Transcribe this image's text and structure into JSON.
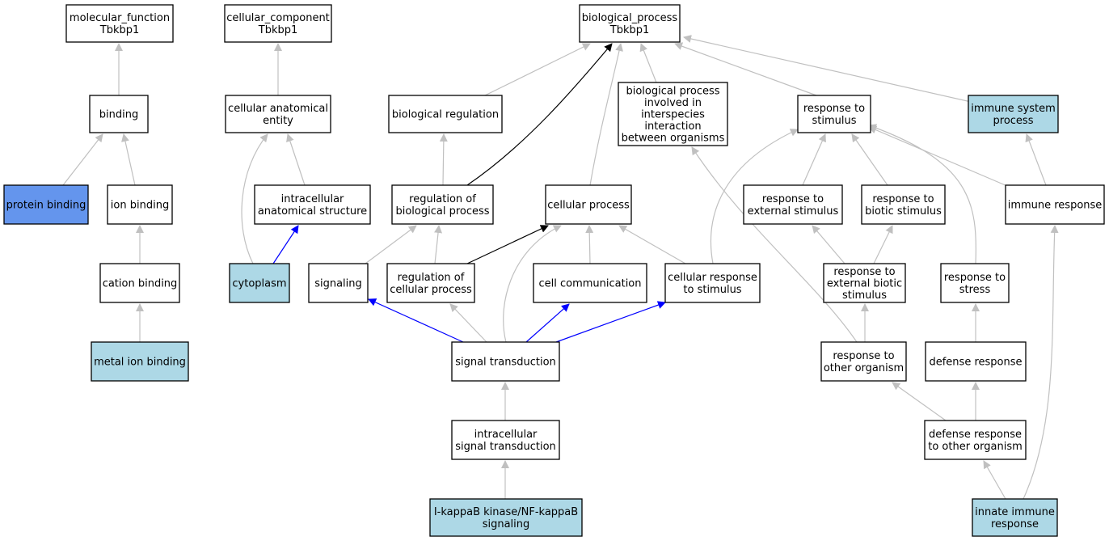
{
  "colors": {
    "default_fill": "#ffffff",
    "highlight_fill": "#add8e6",
    "selected_fill": "#6495ed",
    "edge_gray": "#c0c0c0",
    "edge_black": "#000000",
    "edge_blue": "#0000ff"
  },
  "nodes": [
    {
      "id": "mf",
      "lines": [
        "molecular_function",
        "Tbkbp1"
      ],
      "style": "default"
    },
    {
      "id": "cc",
      "lines": [
        "cellular_component",
        "Tbkbp1"
      ],
      "style": "default"
    },
    {
      "id": "bp",
      "lines": [
        "biological_process",
        "Tbkbp1"
      ],
      "style": "default"
    },
    {
      "id": "binding",
      "lines": [
        "binding"
      ],
      "style": "default"
    },
    {
      "id": "cae",
      "lines": [
        "cellular anatomical",
        "entity"
      ],
      "style": "default"
    },
    {
      "id": "breg",
      "lines": [
        "biological regulation"
      ],
      "style": "default"
    },
    {
      "id": "bpii",
      "lines": [
        "biological process",
        "involved in",
        "interspecies",
        "interaction",
        "between organisms"
      ],
      "style": "default"
    },
    {
      "id": "rstim",
      "lines": [
        "response to",
        "stimulus"
      ],
      "style": "default"
    },
    {
      "id": "isp",
      "lines": [
        "immune system",
        "process"
      ],
      "style": "highlight"
    },
    {
      "id": "pbind",
      "lines": [
        "protein binding"
      ],
      "style": "selected"
    },
    {
      "id": "ionb",
      "lines": [
        "ion binding"
      ],
      "style": "default"
    },
    {
      "id": "ias",
      "lines": [
        "intracellular",
        "anatomical structure"
      ],
      "style": "default"
    },
    {
      "id": "rbp",
      "lines": [
        "regulation of",
        "biological process"
      ],
      "style": "default"
    },
    {
      "id": "cproc",
      "lines": [
        "cellular process"
      ],
      "style": "default"
    },
    {
      "id": "res",
      "lines": [
        "response to",
        "external stimulus"
      ],
      "style": "default"
    },
    {
      "id": "rbs",
      "lines": [
        "response to",
        "biotic stimulus"
      ],
      "style": "default"
    },
    {
      "id": "iresp",
      "lines": [
        "immune response"
      ],
      "style": "default"
    },
    {
      "id": "catb",
      "lines": [
        "cation binding"
      ],
      "style": "default"
    },
    {
      "id": "cyto",
      "lines": [
        "cytoplasm"
      ],
      "style": "highlight"
    },
    {
      "id": "sig",
      "lines": [
        "signaling"
      ],
      "style": "default"
    },
    {
      "id": "rcp",
      "lines": [
        "regulation of",
        "cellular process"
      ],
      "style": "default"
    },
    {
      "id": "ccom",
      "lines": [
        "cell communication"
      ],
      "style": "default"
    },
    {
      "id": "crs",
      "lines": [
        "cellular response",
        "to stimulus"
      ],
      "style": "default"
    },
    {
      "id": "rebs",
      "lines": [
        "response to",
        "external biotic",
        "stimulus"
      ],
      "style": "default"
    },
    {
      "id": "rstress",
      "lines": [
        "response to",
        "stress"
      ],
      "style": "default"
    },
    {
      "id": "mib",
      "lines": [
        "metal ion binding"
      ],
      "style": "highlight"
    },
    {
      "id": "st",
      "lines": [
        "signal transduction"
      ],
      "style": "default"
    },
    {
      "id": "roo",
      "lines": [
        "response to",
        "other organism"
      ],
      "style": "default"
    },
    {
      "id": "dr",
      "lines": [
        "defense response"
      ],
      "style": "default"
    },
    {
      "id": "ist",
      "lines": [
        "intracellular",
        "signal transduction"
      ],
      "style": "default"
    },
    {
      "id": "droo",
      "lines": [
        "defense response",
        "to other organism"
      ],
      "style": "default"
    },
    {
      "id": "ikk",
      "lines": [
        "I-kappaB kinase/NF-kappaB",
        "signaling"
      ],
      "style": "highlight"
    },
    {
      "id": "iir",
      "lines": [
        "innate immune",
        "response"
      ],
      "style": "highlight"
    }
  ],
  "edges": [
    {
      "from": "binding",
      "to": "mf",
      "color": "gray"
    },
    {
      "from": "cae",
      "to": "cc",
      "color": "gray"
    },
    {
      "from": "breg",
      "to": "bp",
      "color": "gray"
    },
    {
      "from": "bpii",
      "to": "bp",
      "color": "gray"
    },
    {
      "from": "rstim",
      "to": "bp",
      "color": "gray"
    },
    {
      "from": "isp",
      "to": "bp",
      "color": "gray"
    },
    {
      "from": "cproc",
      "to": "bp",
      "color": "gray"
    },
    {
      "from": "rbp",
      "to": "bp",
      "color": "black"
    },
    {
      "from": "pbind",
      "to": "binding",
      "color": "gray"
    },
    {
      "from": "ionb",
      "to": "binding",
      "color": "gray"
    },
    {
      "from": "ias",
      "to": "cae",
      "color": "gray"
    },
    {
      "from": "cyto",
      "to": "cae",
      "color": "gray"
    },
    {
      "from": "cyto",
      "to": "ias",
      "color": "blue"
    },
    {
      "from": "rbp",
      "to": "breg",
      "color": "gray"
    },
    {
      "from": "catb",
      "to": "ionb",
      "color": "gray"
    },
    {
      "from": "mib",
      "to": "catb",
      "color": "gray"
    },
    {
      "from": "res",
      "to": "rstim",
      "color": "gray"
    },
    {
      "from": "rbs",
      "to": "rstim",
      "color": "gray"
    },
    {
      "from": "crs",
      "to": "rstim",
      "color": "gray"
    },
    {
      "from": "rstress",
      "to": "rstim",
      "color": "gray"
    },
    {
      "from": "iresp",
      "to": "rstim",
      "color": "gray"
    },
    {
      "from": "iresp",
      "to": "isp",
      "color": "gray"
    },
    {
      "from": "sig",
      "to": "rbp",
      "color": "gray"
    },
    {
      "from": "rcp",
      "to": "rbp",
      "color": "gray"
    },
    {
      "from": "rcp",
      "to": "cproc",
      "color": "black"
    },
    {
      "from": "ccom",
      "to": "cproc",
      "color": "gray"
    },
    {
      "from": "crs",
      "to": "cproc",
      "color": "gray"
    },
    {
      "from": "st",
      "to": "cproc",
      "color": "gray"
    },
    {
      "from": "rebs",
      "to": "res",
      "color": "gray"
    },
    {
      "from": "rebs",
      "to": "rbs",
      "color": "gray"
    },
    {
      "from": "roo",
      "to": "rebs",
      "color": "gray"
    },
    {
      "from": "roo",
      "to": "bpii",
      "color": "gray"
    },
    {
      "from": "dr",
      "to": "rstress",
      "color": "gray"
    },
    {
      "from": "st",
      "to": "sig",
      "color": "blue"
    },
    {
      "from": "st",
      "to": "rcp",
      "color": "gray"
    },
    {
      "from": "st",
      "to": "ccom",
      "color": "blue"
    },
    {
      "from": "st",
      "to": "crs",
      "color": "blue"
    },
    {
      "from": "ist",
      "to": "st",
      "color": "gray"
    },
    {
      "from": "ikk",
      "to": "ist",
      "color": "gray"
    },
    {
      "from": "droo",
      "to": "roo",
      "color": "gray"
    },
    {
      "from": "droo",
      "to": "dr",
      "color": "gray"
    },
    {
      "from": "iir",
      "to": "droo",
      "color": "gray"
    },
    {
      "from": "iir",
      "to": "iresp",
      "color": "gray"
    }
  ]
}
